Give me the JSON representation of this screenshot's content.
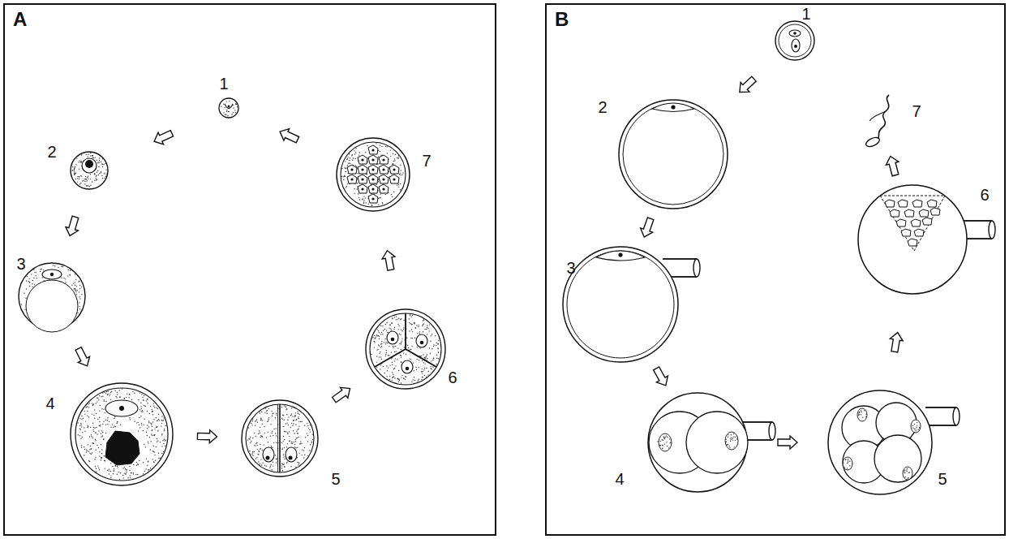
{
  "diagram": {
    "nodes": [
      {
        "text": [
          "A"
        ]
      },
      {
        "text": [
          "1"
        ],
        "in": 0
      },
      {
        "text": [
          "2"
        ],
        "in": 0
      },
      {
        "text": [
          "3"
        ],
        "in": 0
      },
      {
        "text": [
          "4"
        ],
        "in": 0
      },
      {
        "text": [
          "5"
        ],
        "in": 0
      },
      {
        "text": [
          "6"
        ],
        "in": 0
      },
      {
        "text": [
          "7"
        ],
        "in": 0
      },
      {
        "text": [
          "B"
        ]
      },
      {
        "text": [
          "1"
        ],
        "in": 8
      },
      {
        "text": [
          "2"
        ],
        "in": 8
      },
      {
        "text": [
          "3"
        ],
        "in": 8
      },
      {
        "text": [
          "4"
        ],
        "in": 8
      },
      {
        "text": [
          "5"
        ],
        "in": 8
      },
      {
        "text": [
          "6"
        ],
        "in": 8
      },
      {
        "text": [
          "7"
        ],
        "in": 8
      }
    ],
    "edges": [
      {
        "from": 1,
        "to": 2,
        "arrow": "to"
      },
      {
        "from": 2,
        "to": 3,
        "arrow": "to"
      },
      {
        "from": 3,
        "to": 4,
        "arrow": "to"
      },
      {
        "from": 4,
        "to": 5,
        "arrow": "to"
      },
      {
        "from": 5,
        "to": 6,
        "arrow": "to"
      },
      {
        "from": 6,
        "to": 7,
        "arrow": "to"
      },
      {
        "from": 7,
        "to": 1,
        "arrow": "to"
      },
      {
        "from": 9,
        "to": 10,
        "arrow": "to"
      },
      {
        "from": 10,
        "to": 11,
        "arrow": "to"
      },
      {
        "from": 11,
        "to": 12,
        "arrow": "to"
      },
      {
        "from": 12,
        "to": 13,
        "arrow": "to"
      },
      {
        "from": 13,
        "to": 14,
        "arrow": "to"
      },
      {
        "from": 14,
        "to": 15,
        "arrow": "to"
      }
    ]
  }
}
